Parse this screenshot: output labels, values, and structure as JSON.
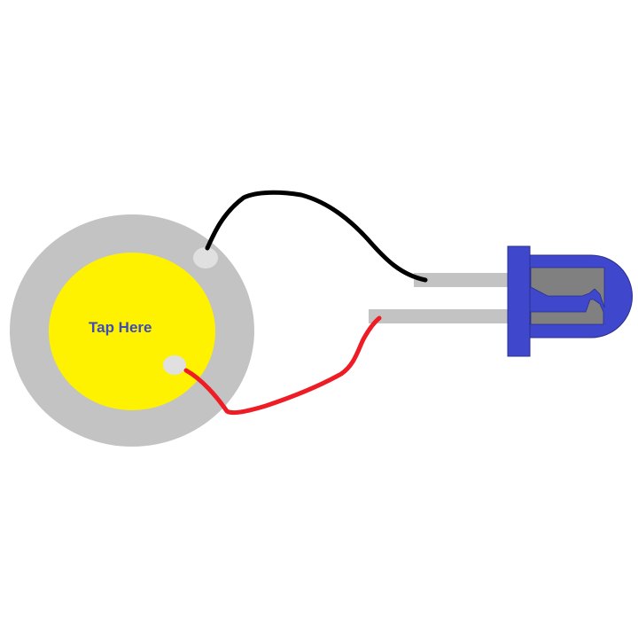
{
  "diagram": {
    "piezo": {
      "label": "Tap Here",
      "outer_color": "#c3c3c3",
      "inner_color": "#fff200",
      "pad_color": "#e0e0e0",
      "label_color": "#3d4db6"
    },
    "wires": [
      {
        "name": "black-wire",
        "color": "#000000",
        "from": "piezo-outer-pad",
        "to": "led-short-lead"
      },
      {
        "name": "red-wire",
        "color": "#ee1c24",
        "from": "piezo-inner-pad",
        "to": "led-long-lead"
      }
    ],
    "led": {
      "body_color": "#3f48cc",
      "inner_color": "#808080",
      "lead_color": "#c3c3c3"
    }
  }
}
